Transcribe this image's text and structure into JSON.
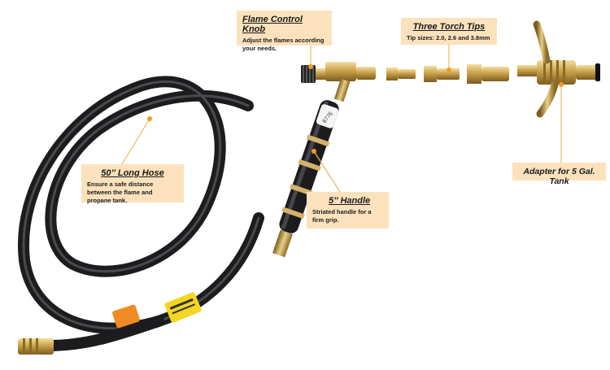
{
  "colors": {
    "callout_bg": "#fbe2bd",
    "leader_line": "#e8b763",
    "dot": "#f39a1e",
    "hose": "#1c1c1e",
    "brass": "#c9a24b",
    "handle_band": "#d4b16a"
  },
  "callouts": {
    "flame_knob": {
      "title": "Flame Control Knob",
      "desc": "Adjust the flames according your needs."
    },
    "torch_tips": {
      "title": "Three Torch Tips",
      "desc": "Tip sizes: 2.0, 2.6 and 3.8mm"
    },
    "hose": {
      "title": "50’’ Long Hose",
      "desc": "Ensure a safe distance between the flame and propane tank."
    },
    "handle": {
      "title": "5’’ Handle",
      "desc": "Striated handle for a firm grip."
    },
    "adapter": {
      "title": "Adapter for 5 Gal. Tank"
    }
  },
  "product": {
    "handle_label": "8776"
  }
}
